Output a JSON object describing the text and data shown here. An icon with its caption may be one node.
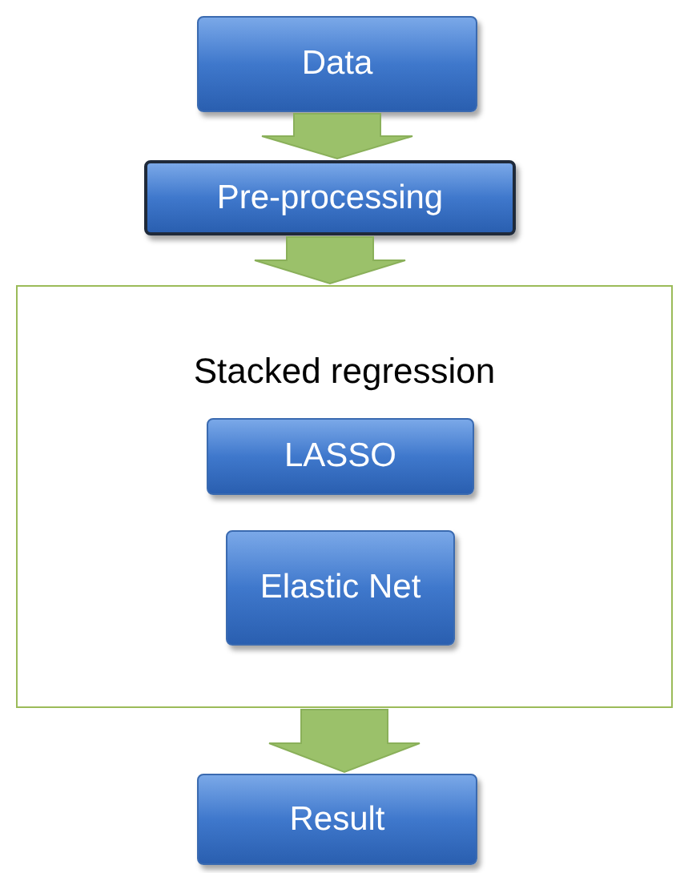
{
  "diagram": {
    "nodes": [
      {
        "text": [
          "Data"
        ]
      },
      {
        "text": [
          "Pre-processing"
        ]
      },
      {
        "text": [
          "Stacked regression"
        ]
      },
      {
        "text": [
          "LASSO"
        ],
        "in": 2
      },
      {
        "text": [
          "Elastic Net"
        ],
        "in": 2
      },
      {
        "text": [
          "Result"
        ]
      }
    ],
    "edges": [
      {
        "from": 0,
        "to": 1,
        "arrow": "to"
      },
      {
        "from": 1,
        "to": 2,
        "arrow": "to"
      },
      {
        "from": 2,
        "to": 5,
        "arrow": "to"
      }
    ]
  }
}
